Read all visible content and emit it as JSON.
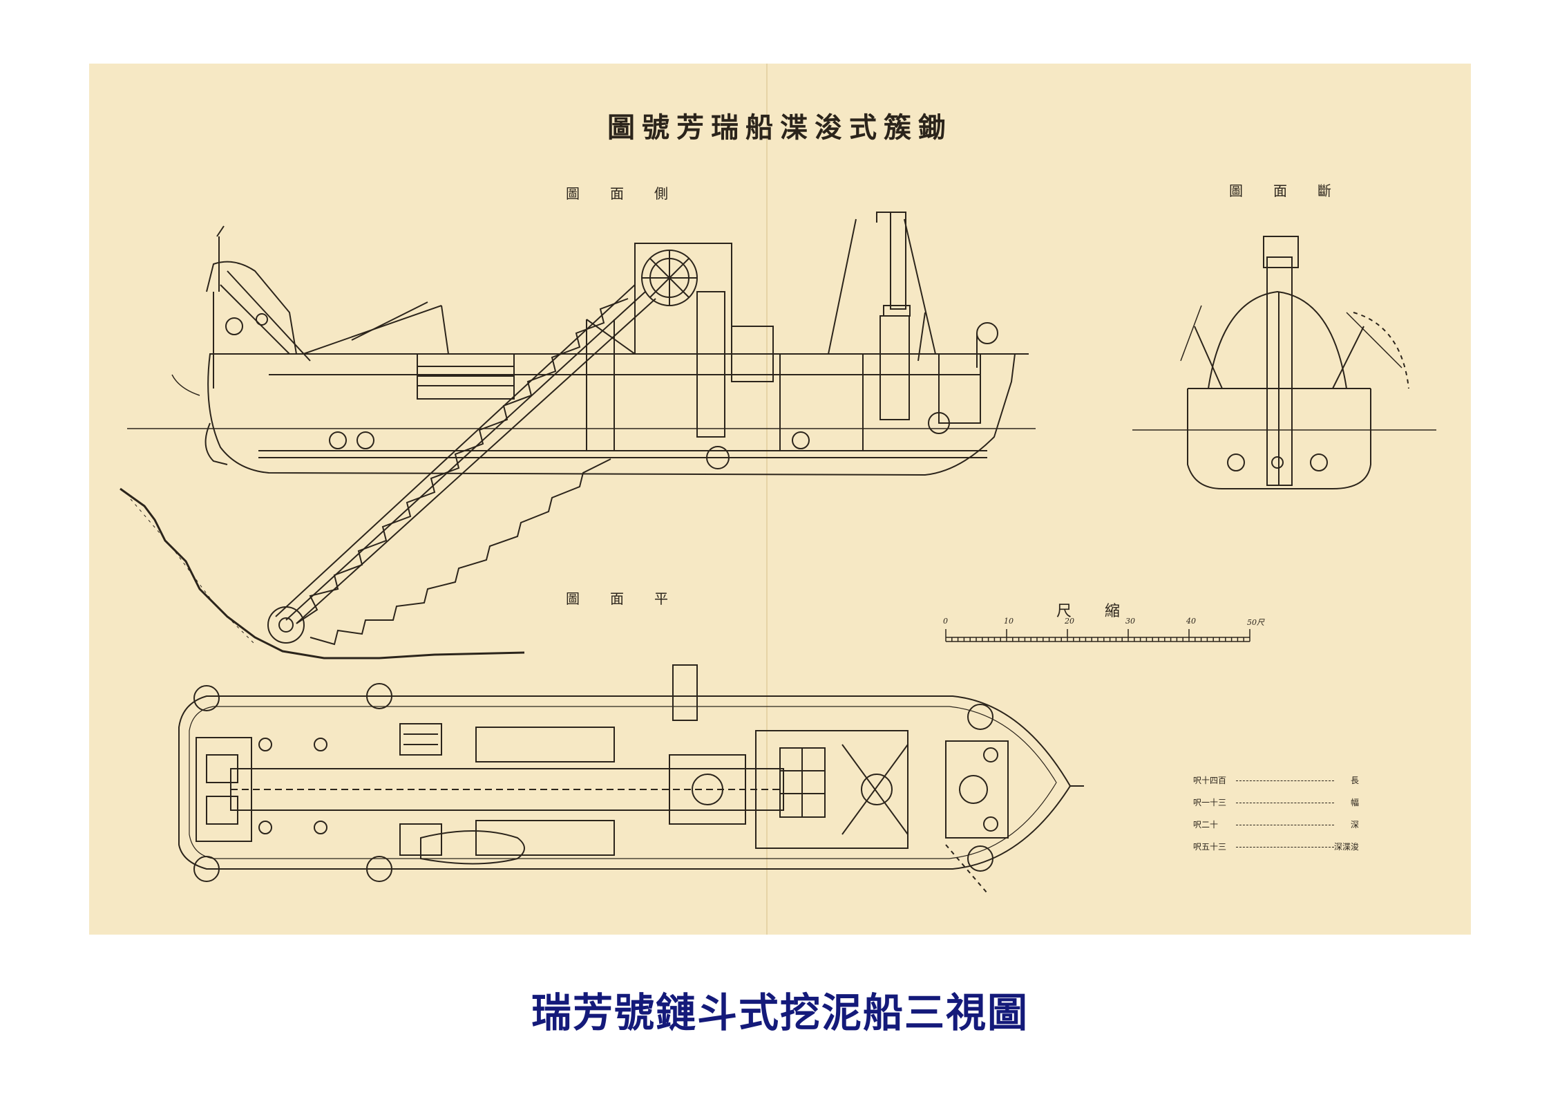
{
  "plate": {
    "title": "圖號芳瑞船渫浚式簇鋤",
    "views": {
      "side": "圖面側",
      "section": "圖面斷",
      "plan": "圖面平"
    },
    "scale": {
      "title": "尺縮",
      "ticks": [
        "0",
        "10",
        "20",
        "30",
        "40",
        "50尺"
      ]
    },
    "specs": [
      {
        "value": "呎十四百",
        "key": "長"
      },
      {
        "value": "呎一十三",
        "key": "幅"
      },
      {
        "value": "呎二十",
        "key": "深"
      },
      {
        "value": "呎五十三",
        "key": "深渫浚"
      }
    ]
  },
  "caption": "瑞芳號鏈斗式挖泥船三視圖",
  "colors": {
    "paper": "#f6e8c4",
    "ink": "#2b241b",
    "caption": "#141a7a"
  }
}
